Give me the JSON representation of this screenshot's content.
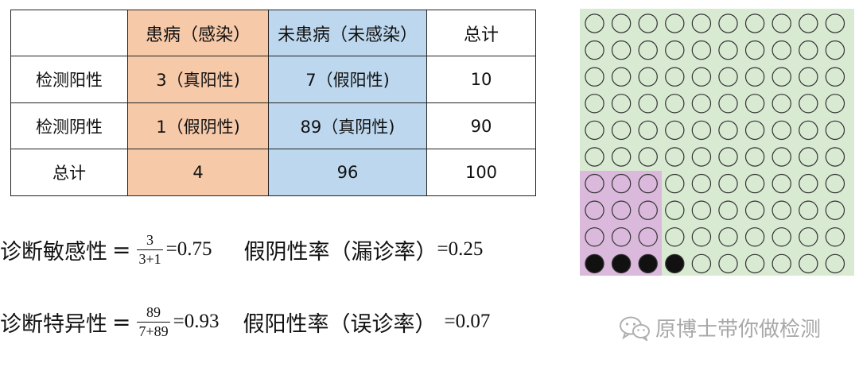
{
  "table": {
    "header": {
      "blank": "",
      "sick": "患病（感染）",
      "well": "未患病（未感染）",
      "total": "总计"
    },
    "rows": [
      {
        "label": "检测阳性",
        "sick": "3（真阳性)",
        "well": "7（假阳性)",
        "total": "10"
      },
      {
        "label": "检测阴性",
        "sick": "1（假阴性)",
        "well": "89（真阴性)",
        "total": "90"
      },
      {
        "label": "总计",
        "sick": "4",
        "well": "96",
        "total": "100"
      }
    ]
  },
  "formulas": {
    "sensitivity": {
      "label": "诊断敏感性",
      "eq": "=",
      "numerator": "3",
      "denominator": "3+1",
      "value": "=0.75",
      "rate_label": "假阴性率（漏诊率）",
      "rate_value": "=0.25"
    },
    "specificity": {
      "label": "诊断特异性",
      "eq": "=",
      "numerator": "89",
      "denominator": "7+89",
      "value": "=0.93",
      "rate_label": "假阳性率（误诊率）",
      "rate_value": "=0.07"
    }
  },
  "dot_grid": {
    "columns": 10,
    "rows": 10,
    "filled_count": 3,
    "false_negative_count": 1,
    "false_positive_count": 7,
    "colors": {
      "background": "#d9ead3",
      "positive_region": "#dab9dc",
      "stroke": "#333333",
      "filled": "#111111"
    }
  },
  "watermark": {
    "icon": "wechat-icon",
    "text": "原博士带你做检测"
  }
}
